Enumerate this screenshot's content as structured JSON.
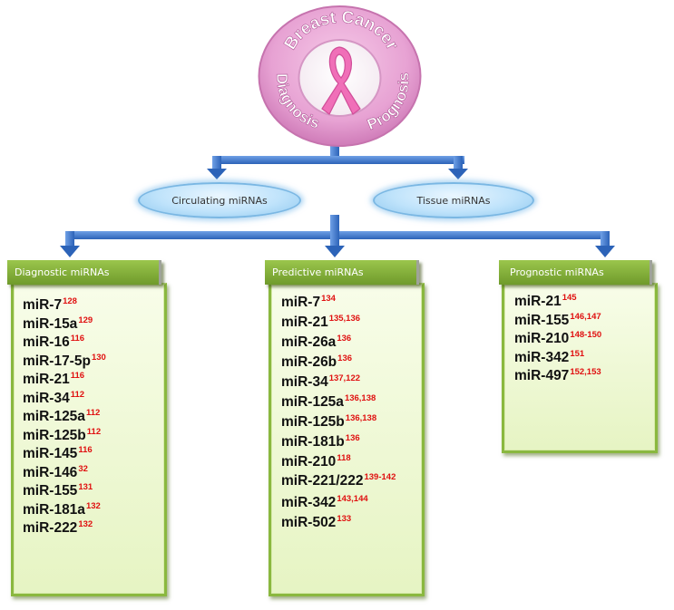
{
  "badge": {
    "title": "Breast Cancer",
    "left_label": "Diagnosis",
    "right_label": "Prognosis",
    "ribbon_icon": "pink-ribbon-icon",
    "colors": {
      "ring": "#e7a2d3",
      "ribbon": "#f06fb8",
      "text": "#ffffff"
    }
  },
  "level2": {
    "circulating": "Circulating miRNAs",
    "tissue": "Tissue miRNAs"
  },
  "colors": {
    "connector": "#3f78c8",
    "card_border": "#8ab83f",
    "tab_fill": "#7fa835",
    "superscript": "#e01010"
  },
  "diagnostic": {
    "title": "Diagnostic miRNAs",
    "items": [
      {
        "name": "miR-7",
        "ref": "128"
      },
      {
        "name": "miR-15a",
        "ref": "129"
      },
      {
        "name": "miR-16",
        "ref": "116"
      },
      {
        "name": "miR-17-5p",
        "ref": "130"
      },
      {
        "name": "miR-21",
        "ref": "116"
      },
      {
        "name": "miR-34",
        "ref": "112"
      },
      {
        "name": "miR-125a",
        "ref": "112"
      },
      {
        "name": "miR-125b",
        "ref": "112"
      },
      {
        "name": "miR-145",
        "ref": "116"
      },
      {
        "name": "miR-146",
        "ref": "32"
      },
      {
        "name": "miR-155",
        "ref": "131"
      },
      {
        "name": "miR-181a",
        "ref": "132"
      },
      {
        "name": "miR-222",
        "ref": "132"
      }
    ]
  },
  "predictive": {
    "title": "Predictive miRNAs",
    "items": [
      {
        "name": "miR-7",
        "ref": "134"
      },
      {
        "name": "miR-21",
        "ref": "135,136"
      },
      {
        "name": "miR-26a",
        "ref": "136"
      },
      {
        "name": "miR-26b",
        "ref": "136"
      },
      {
        "name": "miR-34",
        "ref": "137,122"
      },
      {
        "name": "miR-125a",
        "ref": "136,138"
      },
      {
        "name": "miR-125b",
        "ref": "136,138"
      },
      {
        "name": "miR-181b",
        "ref": "136"
      },
      {
        "name": "miR-210",
        "ref": "118"
      },
      {
        "name": "miR-221/222",
        "ref": "139-142",
        "wrap": true
      },
      {
        "name": "miR-342",
        "ref": "143,144"
      },
      {
        "name": "miR-502",
        "ref": "133"
      }
    ]
  },
  "prognostic": {
    "title": "Prognostic miRNAs",
    "items": [
      {
        "name": "miR-21",
        "ref": "145"
      },
      {
        "name": "miR-155",
        "ref": "146,147"
      },
      {
        "name": "miR-210",
        "ref": "148-150"
      },
      {
        "name": "miR-342",
        "ref": "151"
      },
      {
        "name": "miR-497",
        "ref": "152,153"
      }
    ]
  }
}
